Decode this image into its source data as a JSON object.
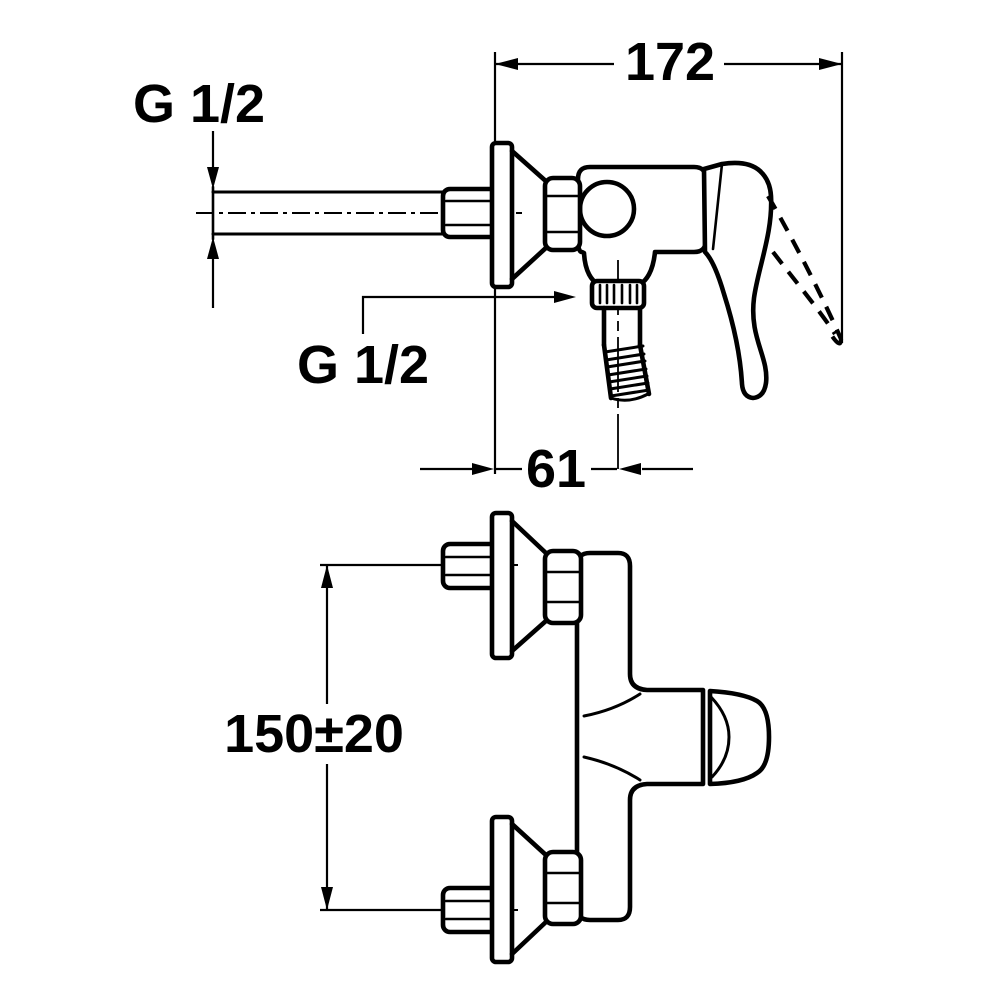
{
  "drawing": {
    "background_color": "#ffffff",
    "line_color": "#000000",
    "dimensions": {
      "overall_width": "172",
      "inlet_thread": "G 1/2",
      "outlet_thread": "G 1/2",
      "outlet_offset_from_wall": "61",
      "inlet_center_spacing": "150±20"
    }
  }
}
